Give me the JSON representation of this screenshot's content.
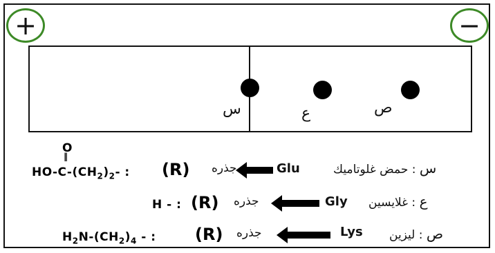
{
  "electrodes": {
    "positive": "+",
    "negative": "−"
  },
  "gel": {
    "spots": [
      {
        "label": "س"
      },
      {
        "label": "ع"
      },
      {
        "label": "ص"
      }
    ]
  },
  "legend": [
    {
      "letter": "س",
      "name": "حمض غلوتاميك",
      "code": "Glu",
      "fragment": "جذره",
      "r": "(R)",
      "formula_pre": "HO-C-(CH",
      "formula_sub1": "2",
      "formula_mid": ")",
      "formula_sub2": "2",
      "formula_post": "-  :",
      "carbonyl_o": "O"
    },
    {
      "letter": "ع",
      "name": "غلايسين",
      "code": "Gly",
      "fragment": "جذره",
      "r": "(R)",
      "formula": "H -  :"
    },
    {
      "letter": "ص",
      "name": "ليزين",
      "code": "Lys",
      "fragment": "جذره",
      "r": "(R)",
      "formula_pre": "H",
      "formula_sub1": "2",
      "formula_mid": "N-(CH",
      "formula_sub2": "2",
      "formula_post": ")",
      "formula_sub3": "4",
      "formula_tail": " -  :"
    }
  ]
}
